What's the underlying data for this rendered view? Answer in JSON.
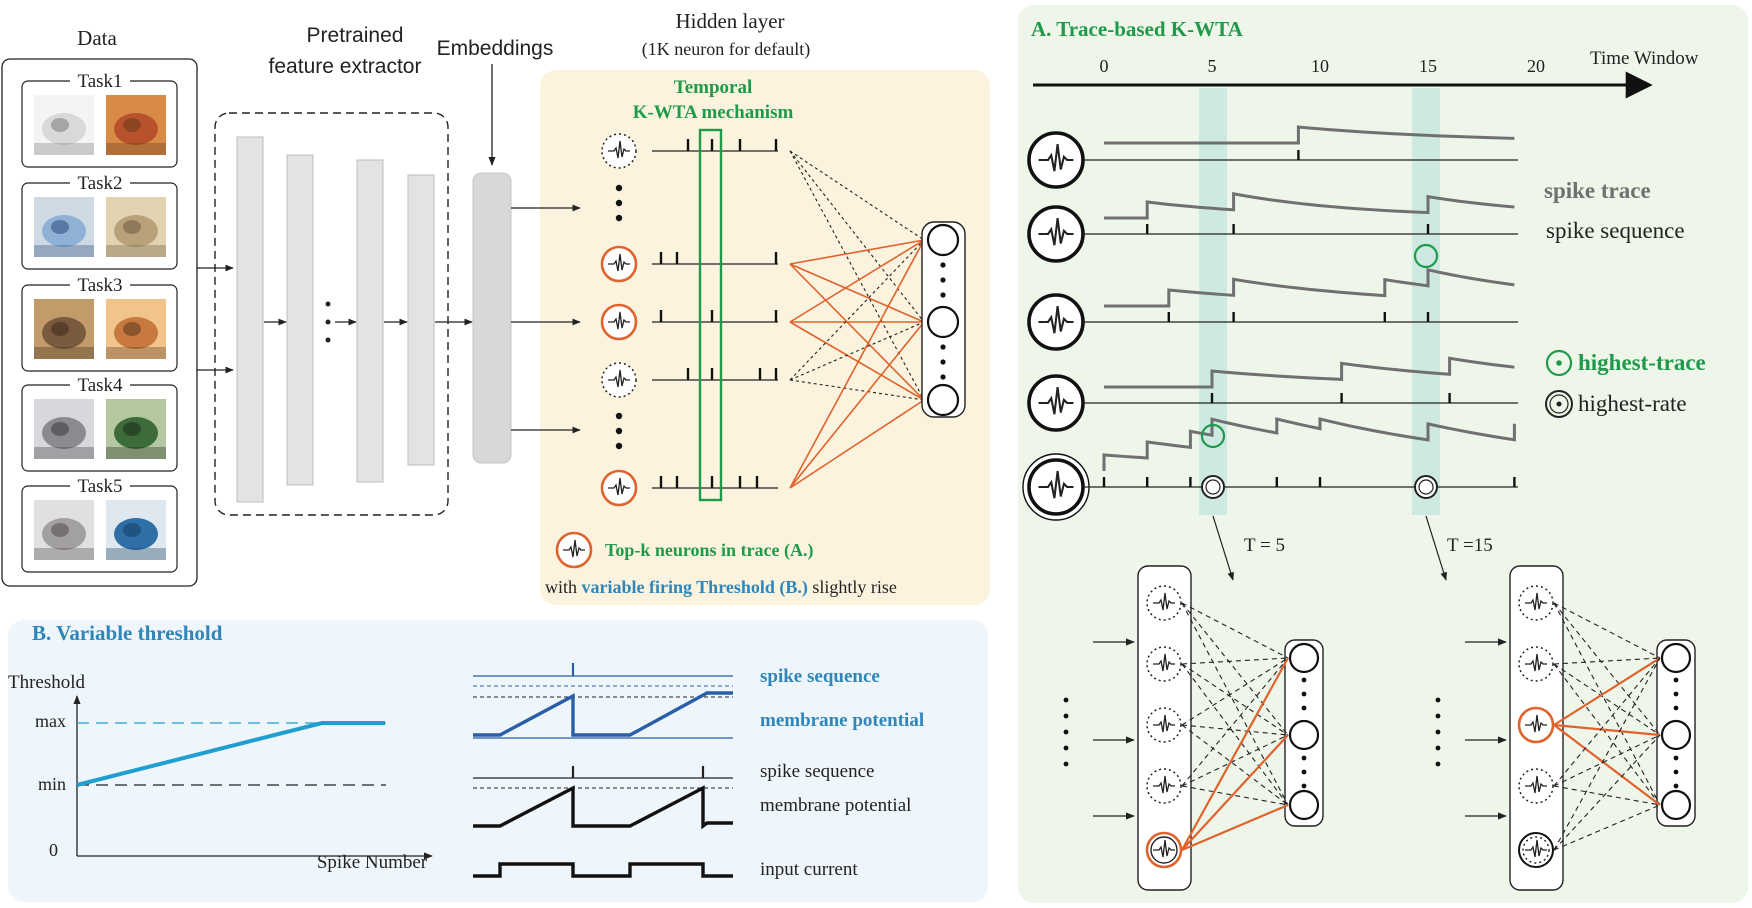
{
  "data_panel": {
    "title": "Data",
    "tasks": [
      "Task1",
      "Task2",
      "Task3",
      "Task4",
      "Task5"
    ]
  },
  "extractor": {
    "title_line1": "Pretrained",
    "title_line2": "feature extractor"
  },
  "embeddings": {
    "title": "Embeddings"
  },
  "hidden": {
    "title": "Hidden layer",
    "subtitle": "(1K neuron for default)",
    "mechanism_line1": "Temporal",
    "mechanism_line2": "K-WTA mechanism",
    "legend_topk": "Top-k neurons in trace (A.)",
    "note_prefix": "with ",
    "note_highlight": "variable firing Threshold (B.)",
    "note_suffix": " slightly rise"
  },
  "panel_b": {
    "title": "B.  Variable threshold",
    "ylabel": "Threshold",
    "xlabel": "Spike Number",
    "tick_max": "max",
    "tick_min": "min",
    "tick_zero": "0",
    "blue_spike": "spike sequence",
    "blue_membrane": "membrane potential",
    "black_spike": "spike sequence",
    "black_membrane": "membrane potential",
    "input_current": "input current"
  },
  "panel_a": {
    "title": "A.  Trace-based K-WTA",
    "time_window": "Time Window",
    "ticks": [
      "0",
      "5",
      "10",
      "15",
      "20"
    ],
    "spike_trace": "spike trace",
    "spike_sequence": "spike sequence",
    "highest_trace": "highest-trace",
    "highest_rate": "highest-rate",
    "t5": "T = 5",
    "t15": "T =15"
  },
  "colors": {
    "orange": "#e0622c",
    "green": "#1f9a4a",
    "blue_title": "#2e86b9",
    "blue_line": "#2a5ea8",
    "cyan": "#1f9fd0",
    "panel_hidden_bg": "#fcf3de",
    "panel_b_bg": "#eef5fb",
    "panel_a_bg": "#eef5e9",
    "highlight_col": "#cde9e2",
    "trace_gray": "#707070"
  }
}
